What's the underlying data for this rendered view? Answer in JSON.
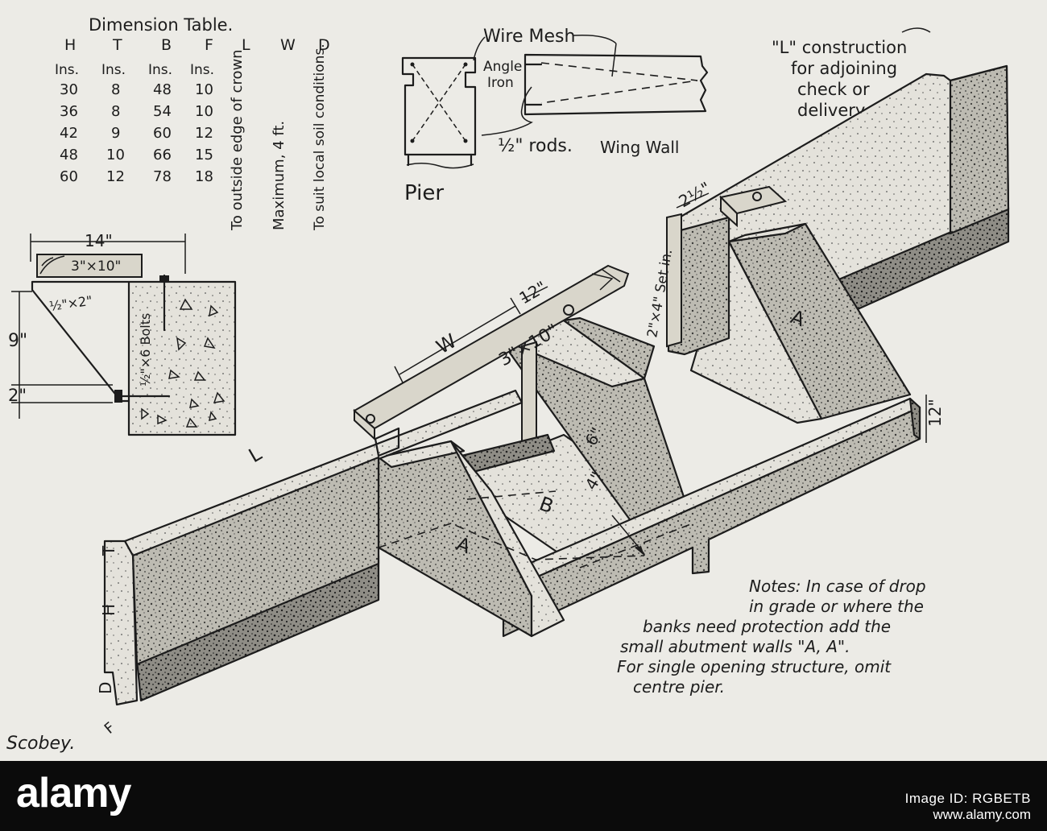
{
  "dimension_table": {
    "title": "Dimension Table.",
    "headers": [
      "H",
      "T",
      "B",
      "F",
      "L",
      "W",
      "D"
    ],
    "units": [
      "Ins.",
      "Ins.",
      "Ins.",
      "Ins."
    ],
    "rows": [
      [
        "30",
        "8",
        "48",
        "10"
      ],
      [
        "36",
        "8",
        "54",
        "10"
      ],
      [
        "42",
        "9",
        "60",
        "12"
      ],
      [
        "48",
        "10",
        "66",
        "15"
      ],
      [
        "60",
        "12",
        "78",
        "18"
      ]
    ],
    "note_l": "To outside edge of crown",
    "note_w": "Maximum, 4 ft.",
    "note_d": "To suit local soil conditions."
  },
  "pier_detail": {
    "wire_mesh": "Wire Mesh",
    "angle_iron": "Angle Iron",
    "rods": "½\" rods.",
    "wing_wall": "Wing Wall",
    "pier": "Pier"
  },
  "l_construction": {
    "line1": "\"L\" construction",
    "line2": "for adjoining",
    "line3": "check or",
    "line4": "delivery."
  },
  "section_detail": {
    "width": "14\"",
    "plank": "3\"×10\"",
    "angle": "½\"×2\"",
    "bolts": "½\"×6 Bolts",
    "height": "9\"",
    "bottom": "2\""
  },
  "structure_labels": {
    "plank": "3\"×10\"",
    "w": "W",
    "twelve_top": "12\"",
    "two_half": "2½\"",
    "two_by_four": "2\"×4\" Set in.",
    "six": "6\"",
    "four": "4\"",
    "b": "B",
    "a_left": "A",
    "a_right": "A",
    "l": "L",
    "twelve_right": "12\"",
    "t": "T",
    "h": "H",
    "d": "D",
    "f": "F"
  },
  "notes": {
    "line1": "Notes: In case of drop",
    "line2": "in grade or where the",
    "line3": "banks need protection add the",
    "line4": "small abutment walls \"A, A\".",
    "line5": "For single opening structure, omit",
    "line6": "centre pier."
  },
  "signature": "Scobey.",
  "footer": {
    "logo": "alamy",
    "image_id": "Image ID: RGBETB",
    "url": "www.alamy.com"
  }
}
